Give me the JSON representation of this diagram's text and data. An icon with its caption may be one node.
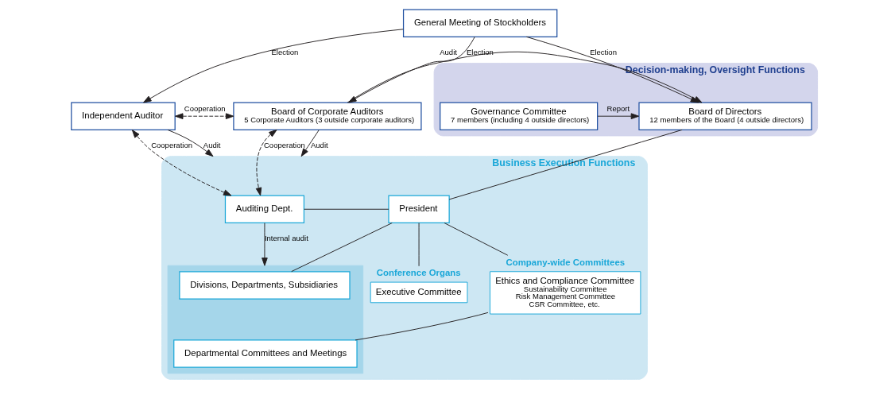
{
  "diagram": {
    "nodes": [
      {
        "text": [
          "General Meeting of Stockholders"
        ]
      },
      {
        "text": [
          "Decision-making, Oversight Functions"
        ]
      },
      {
        "text": [
          "Independent Auditor"
        ]
      },
      {
        "text": [
          "Board of Corporate Auditors",
          "5 Corporate Auditors (3 outside corporate auditors)"
        ]
      },
      {
        "text": [
          "Board of Directors",
          "12 members of the Board (4 outside directors)"
        ],
        "in": 1
      },
      {
        "text": [
          "Governance Committee",
          "7 members (including 4 outside directors)"
        ],
        "in": 1
      },
      {
        "text": [
          "Business Execution Functions"
        ]
      },
      {
        "text": [
          "Auditing Dept."
        ],
        "in": 6
      },
      {
        "text": [
          "President"
        ],
        "in": 6
      },
      {
        "text": [
          "Executive Committee"
        ],
        "in": 6,
        "beside": [
          "Conference Organs"
        ]
      },
      {
        "text": [
          "Ethics and Compliance Committee",
          "Sustainability Committee",
          "Risk Management Committee",
          "CSR Committee, etc."
        ],
        "in": 6,
        "beside": [
          "Company-wide Committees"
        ]
      },
      {
        "text": [],
        "shape": "box",
        "in": 6
      },
      {
        "text": [
          "Divisions, Departments, Subsidiaries"
        ],
        "in": 11
      },
      {
        "text": [
          "Departmental Committees and Meetings"
        ],
        "in": 11
      }
    ],
    "edges": [
      {
        "from": 0,
        "to": 2,
        "arrow": "to",
        "label": "Election"
      },
      {
        "from": 0,
        "to": 3,
        "arrow": "to",
        "label": "Election"
      },
      {
        "from": 0,
        "to": 4,
        "arrow": "to",
        "label": "Election"
      },
      {
        "from": 2,
        "to": 3,
        "arrow": "both",
        "style": "dashed",
        "label": "Cooperation"
      },
      {
        "from": 3,
        "to": 4,
        "arrow": "to",
        "label": "Audit"
      },
      {
        "from": 5,
        "to": 4,
        "arrow": "to",
        "label": "Report"
      },
      {
        "from": 2,
        "to": 7,
        "arrow": "both",
        "style": "dashed",
        "label": "Cooperation"
      },
      {
        "from": 2,
        "to": 6,
        "arrow": "to",
        "label": "Audit"
      },
      {
        "from": 3,
        "to": 7,
        "arrow": "both",
        "style": "dashed",
        "label": "Cooperation"
      },
      {
        "from": 3,
        "to": 6,
        "arrow": "to",
        "label": "Audit"
      },
      {
        "from": 4,
        "to": 8,
        "arrow": "none"
      },
      {
        "from": 7,
        "to": 8,
        "arrow": "none"
      },
      {
        "from": 8,
        "to": 9,
        "arrow": "none"
      },
      {
        "from": 8,
        "to": 12,
        "arrow": "none"
      },
      {
        "from": 8,
        "to": 10,
        "arrow": "none"
      },
      {
        "from": 10,
        "to": 13,
        "arrow": "none"
      },
      {
        "from": 7,
        "to": 11,
        "arrow": "to",
        "label": "Internal audit"
      }
    ]
  }
}
